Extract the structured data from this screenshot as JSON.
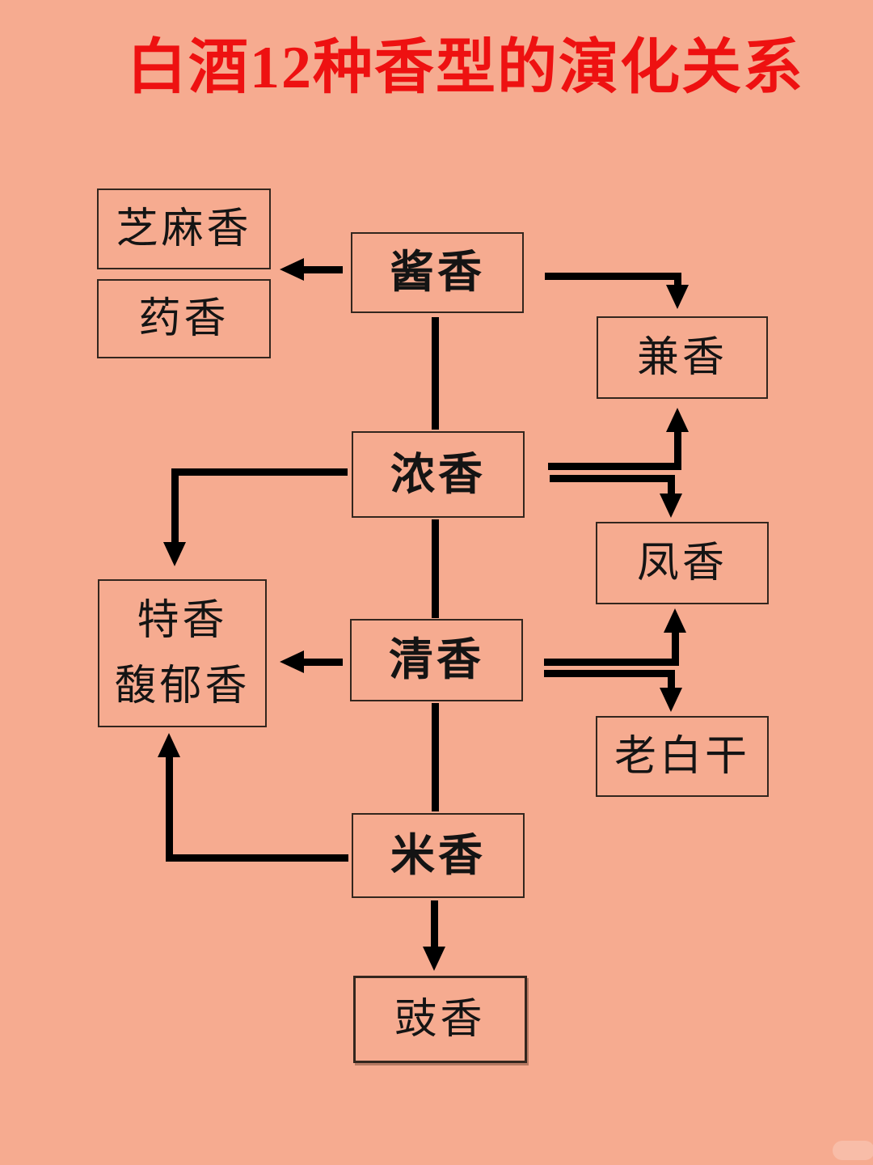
{
  "title": {
    "text": "白酒12种香型的演化关系"
  },
  "colors": {
    "background": "#f6ab90",
    "title": "#ee1111",
    "box_border": "#33261e",
    "arrow": "#000000",
    "text": "#141414"
  },
  "nodes": {
    "jiangxiang": {
      "label": "酱香",
      "emphasis": true
    },
    "nongxiang": {
      "label": "浓香",
      "emphasis": true
    },
    "qingxiang": {
      "label": "清香",
      "emphasis": true
    },
    "mixiang": {
      "label": "米香",
      "emphasis": true
    },
    "zhimaxiang": {
      "label": "芝麻香"
    },
    "yaoxiang": {
      "label": "药香"
    },
    "jianxiang": {
      "label": "兼香"
    },
    "fengxiang": {
      "label": "凤香"
    },
    "texiang": {
      "line1": "特香",
      "line2": "馥郁香"
    },
    "laobaigan": {
      "label": "老白干"
    },
    "chixiang": {
      "label": "豉香"
    }
  },
  "edges": [
    {
      "from": "酱香",
      "to": "芝麻香/药香",
      "type": "arrow"
    },
    {
      "from": "酱香",
      "to": "兼香",
      "type": "arrow"
    },
    {
      "from": "酱香",
      "to": "浓香",
      "type": "line"
    },
    {
      "from": "浓香",
      "to": "特香馥郁香",
      "type": "arrow"
    },
    {
      "from": "浓香",
      "to": "兼香",
      "type": "arrow"
    },
    {
      "from": "浓香",
      "to": "凤香",
      "type": "arrow"
    },
    {
      "from": "浓香",
      "to": "清香",
      "type": "line"
    },
    {
      "from": "清香",
      "to": "特香馥郁香",
      "type": "arrow"
    },
    {
      "from": "清香",
      "to": "凤香",
      "type": "arrow"
    },
    {
      "from": "清香",
      "to": "老白干",
      "type": "arrow"
    },
    {
      "from": "清香",
      "to": "米香",
      "type": "line"
    },
    {
      "from": "米香",
      "to": "特香馥郁香",
      "type": "arrow"
    },
    {
      "from": "米香",
      "to": "豉香",
      "type": "arrow"
    }
  ]
}
